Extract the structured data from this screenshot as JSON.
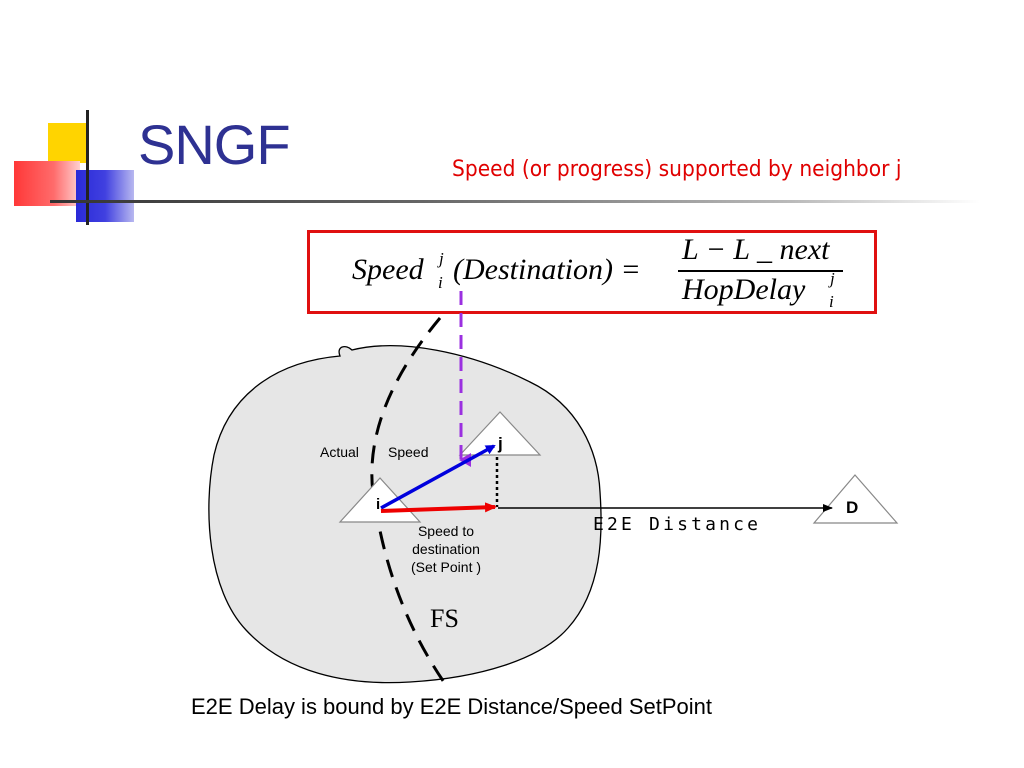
{
  "slide": {
    "title": "SNGF",
    "subtitle": "Speed (or progress) supported by neighbor j",
    "caption": "E2E Delay is bound by E2E Distance/Speed SetPoint"
  },
  "formula": {
    "lhs_speed": "Speed",
    "lhs_sup": "j",
    "lhs_sub": "i",
    "lhs_arg": "(Destination) =",
    "numerator": "L − L _ next",
    "denominator": "HopDelay",
    "den_sup": "j",
    "den_sub": "i"
  },
  "diagram": {
    "labels": {
      "actual": "Actual",
      "speed": "Speed",
      "speed_to_line1": "Speed to",
      "speed_to_line2": "destination",
      "speed_to_line3": "(Set Point )",
      "e2e_distance": "E2E Distance",
      "fs": "FS"
    },
    "nodes": {
      "i": "i",
      "j": "j",
      "d": "D"
    }
  },
  "colors": {
    "title": "#2e3192",
    "subtitle": "#e00000",
    "formula_border": "#e01010",
    "region_fill": "#e6e6e6",
    "actual_speed_arrow": "#0000dd",
    "setpoint_arrow": "#ee0000",
    "pointer_arrow": "#9b30e0"
  }
}
